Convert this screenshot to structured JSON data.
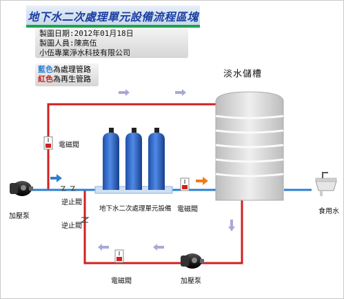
{
  "title": "地下水二次處理單元設備流程區塊圖",
  "info": {
    "line1": "製圖日期:2012年01月18日",
    "line2": "製圖人員:陳高伍",
    "line3": "小伍專業淨水科技有限公司"
  },
  "legend": {
    "blue_word": "藍色",
    "blue_rest": "為處理管路",
    "red_word": "紅色",
    "red_rest": "為再生管路",
    "blue_color": "#2e7fd2",
    "red_color": "#d21f1f"
  },
  "labels": {
    "tank": "淡水儲槽",
    "solenoid_top": "電磁閥",
    "check_valve_1": "逆止閥",
    "check_valve_2": "逆止閥",
    "pump_left": "加壓泵",
    "treatment_unit": "地下水二次處理單元設備",
    "solenoid_mid": "電磁閥",
    "drinking": "食用水",
    "solenoid_bottom": "電磁閥",
    "pump_bottom": "加壓泵"
  },
  "colors": {
    "pipe_red": "#d21f1f",
    "pipe_blue": "#2e7fd2",
    "flow_arrow": "#a8a8d8",
    "flow_arrow_blue": "#2e7fd2",
    "flow_arrow_orange": "#f07b16",
    "tank": "#dcdcdc",
    "filter": "#2b63c2"
  }
}
